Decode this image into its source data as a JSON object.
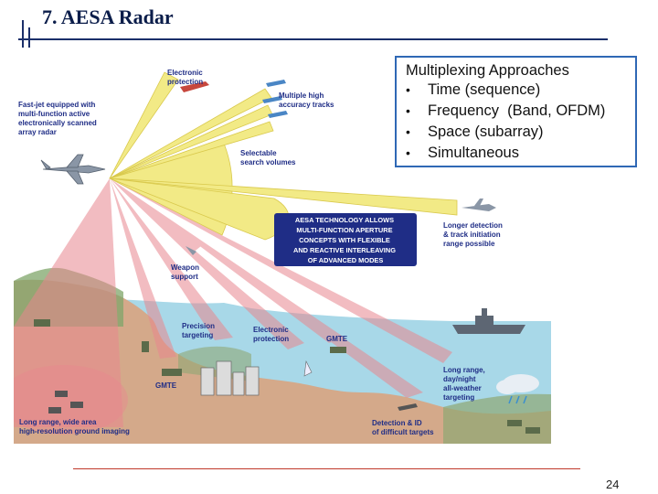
{
  "slide": {
    "title": "7. AESA Radar",
    "page_number": "24"
  },
  "callout": {
    "heading": "Multiplexing Approaches",
    "items": [
      "Time (sequence)",
      "Frequency  (Band, OFDM)",
      "Space (subarray)",
      "Simultaneous"
    ]
  },
  "figure": {
    "labels": {
      "fast_jet": [
        "Fast-jet equipped with",
        "multi-function active",
        "electronically scanned",
        "array radar"
      ],
      "electronic_protection_air": [
        "Electronic",
        "protection"
      ],
      "multiple_tracks": [
        "Multiple high",
        "accuracy tracks"
      ],
      "search_volumes": [
        "Selectable",
        "search volumes"
      ],
      "aesa_box": [
        "AESA TECHNOLOGY ALLOWS",
        "MULTI-FUNCTION APERTURE",
        "CONCEPTS WITH FLEXIBLE",
        "AND REACTIVE INTERLEAVING",
        "OF ADVANCED MODES"
      ],
      "longer_detection": [
        "Longer detection",
        "& track initiation",
        "range possible"
      ],
      "weapon_support": [
        "Weapon",
        "support"
      ],
      "precision_targeting": [
        "Precision",
        "targeting"
      ],
      "electronic_protection_ground": [
        "Electronic",
        "protection"
      ],
      "gmte_right": [
        "GMTE"
      ],
      "gmte_left": [
        "GMTE"
      ],
      "all_weather": [
        "Long range,",
        "day/night",
        "all-weather",
        "targeting"
      ],
      "ground_imaging": [
        "Long range, wide area",
        "high-resolution ground imaging"
      ],
      "detection_id": [
        "Detection & ID",
        "of difficult targets"
      ]
    }
  },
  "colors": {
    "title_navy": "#0b1d4a",
    "callout_border": "#2f68b5",
    "beam_yellow": "#f2ea86",
    "beam_red": "#e8878f",
    "water": "#a8d8e8",
    "land": "#d4a98a",
    "aesa_box": "#1f2d86",
    "footer_red": "#c0392b"
  }
}
